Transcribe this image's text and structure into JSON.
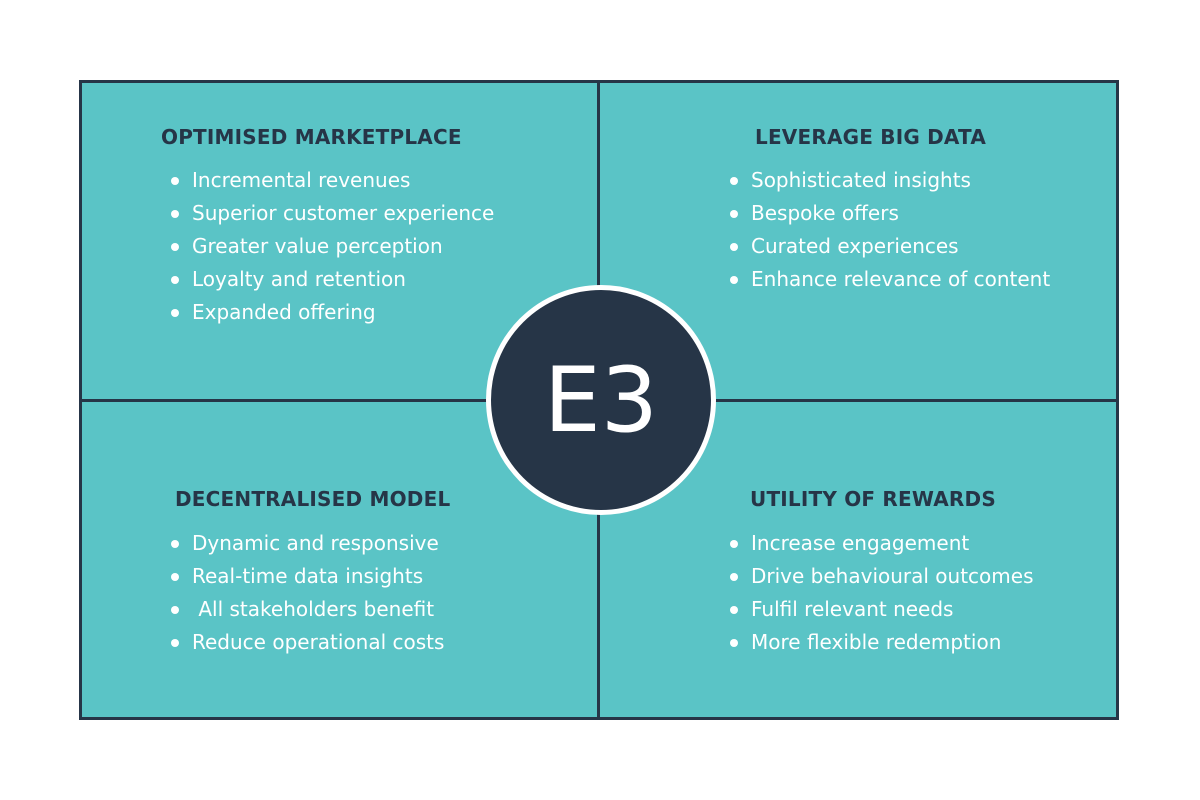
{
  "colors": {
    "quadrant_fill": "#5ac4c6",
    "navy": "#263547",
    "text_light": "#ffffff",
    "background": "#ffffff"
  },
  "center": {
    "label": "E3"
  },
  "quadrants": [
    {
      "title": "OPTIMISED MARKETPLACE",
      "items": [
        "Incremental revenues",
        "Superior customer experience",
        "Greater value perception",
        "Loyalty and retention",
        "Expanded offering"
      ]
    },
    {
      "title": "LEVERAGE BIG DATA",
      "items": [
        "Sophisticated insights",
        "Bespoke offers",
        "Curated experiences",
        "Enhance relevance of content"
      ]
    },
    {
      "title": "DECENTRALISED MODEL",
      "items": [
        "Dynamic and responsive",
        "Real-time data insights",
        " All stakeholders benefit",
        "Reduce operational costs"
      ]
    },
    {
      "title": "UTILITY OF REWARDS",
      "items": [
        "Increase engagement",
        "Drive behavioural outcomes",
        "Fulfil relevant needs",
        "More flexible redemption"
      ]
    }
  ]
}
